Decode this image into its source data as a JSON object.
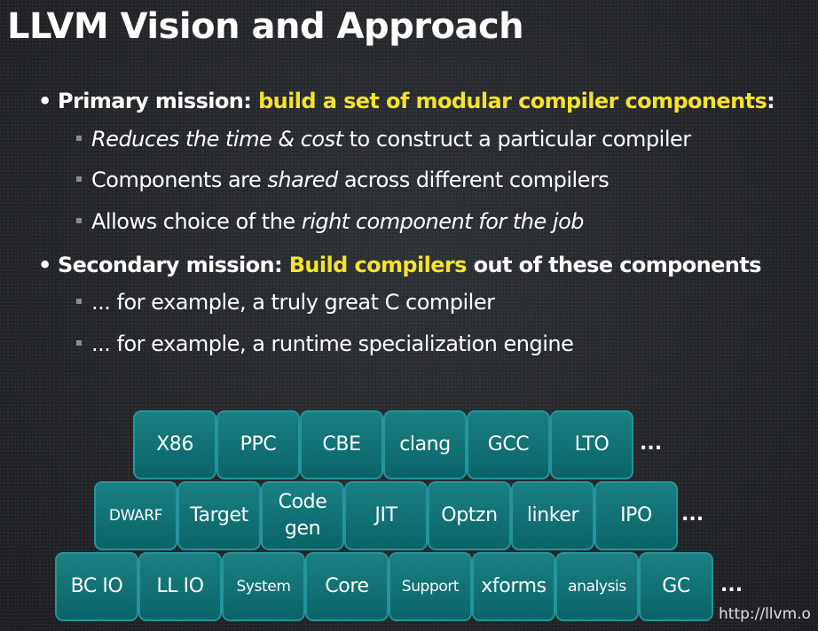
{
  "slide": {
    "title": "LLVM Vision and Approach",
    "url": "http://llvm.o"
  },
  "bullets": {
    "primary": {
      "lead": "Primary mission: ",
      "highlight": "build a set of modular compiler components",
      "tail": ":",
      "items": [
        {
          "italic": "Reduces the time & cost",
          "rest": " to construct a particular compiler"
        },
        {
          "pre": "Components are ",
          "italic": "shared",
          "post": " across different compilers"
        },
        {
          "pre": "Allows choice of the ",
          "italic": "right component for the job"
        }
      ]
    },
    "secondary": {
      "lead": "Secondary mission: ",
      "highlight": "Build compilers",
      "tail": " out of these components",
      "items": [
        "... for example, a truly great C compiler",
        "... for example, a runtime specialization engine"
      ]
    }
  },
  "components": {
    "row1": [
      "X86",
      "PPC",
      "CBE",
      "clang",
      "GCC",
      "LTO"
    ],
    "row2": [
      "DWARF",
      "Target",
      "Code gen",
      "JIT",
      "Optzn",
      "linker",
      "IPO"
    ],
    "row3": [
      "BC IO",
      "LL IO",
      "System",
      "Core",
      "Support",
      "xforms",
      "analysis",
      "GC"
    ],
    "more": "..."
  },
  "colors": {
    "highlight": "#f5e22a",
    "component_fill": "#0f6e71",
    "component_border": "#26939a"
  }
}
